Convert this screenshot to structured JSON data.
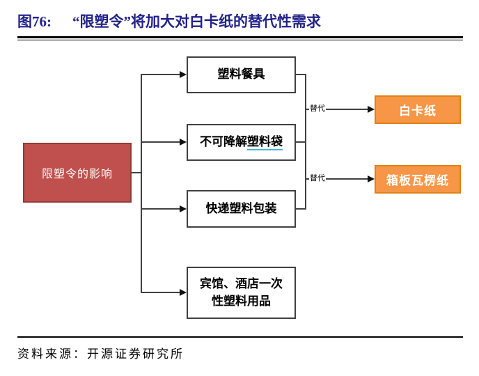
{
  "figure": {
    "label": "图76:",
    "title": "“限塑令”将加大对白卡纸的替代性需求"
  },
  "diagram": {
    "root": {
      "label": "限塑令的影响"
    },
    "middle": [
      {
        "label": "塑料餐具"
      },
      {
        "prefix": "不可降解",
        "underlined": "塑料袋"
      },
      {
        "label": "快递塑料包装"
      },
      {
        "label": "宾馆、酒店一次性塑料用品"
      }
    ],
    "edges": {
      "replace_label": "替代"
    },
    "targets": [
      {
        "label": "白卡纸"
      },
      {
        "label": "箱板瓦楞纸"
      }
    ],
    "colors": {
      "root_fill": "#C0504D",
      "root_border": "#8E3B38",
      "target_fill": "#F79646",
      "target_border": "#E08214",
      "box_border": "#404040",
      "line": "#404040",
      "underline": "#41B8D5",
      "title_text": "#22228A"
    }
  },
  "footer": {
    "source": "资料来源：开源证券研究所"
  }
}
